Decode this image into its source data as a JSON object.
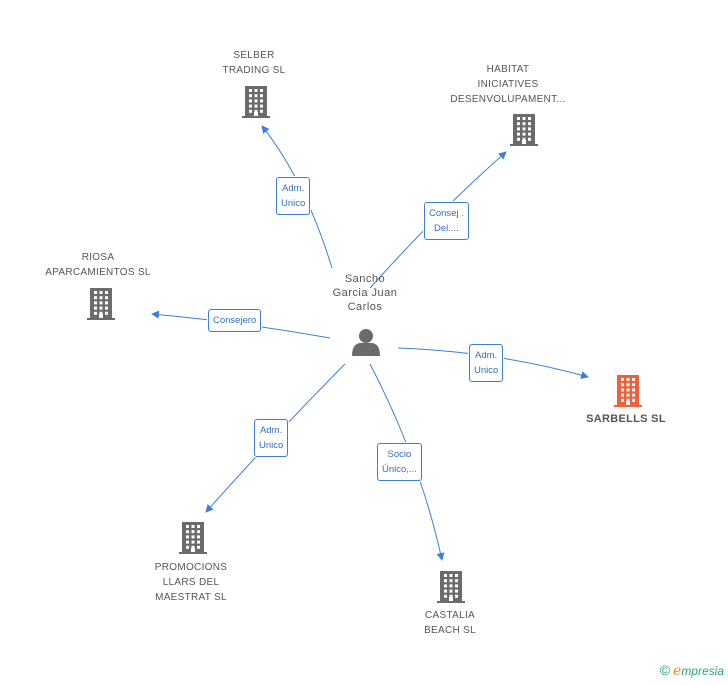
{
  "person": {
    "label": [
      "Sancho",
      "Garcia Juan",
      "Carlos"
    ]
  },
  "companies": {
    "selber": [
      "SELBER",
      "TRADING SL"
    ],
    "habitat": [
      "HABITAT",
      "INICIATIVES",
      "DESENVOLUPAMENT..."
    ],
    "riosa": [
      "RIOSA",
      "APARCAMIENTOS SL"
    ],
    "sarbells": [
      "SARBELLS SL"
    ],
    "promocions": [
      "PROMOCIONS",
      "LLARS DEL",
      "MAESTRAT  SL"
    ],
    "castalia": [
      "CASTALIA",
      "BEACH SL"
    ]
  },
  "edges": {
    "selber": [
      "Adm.",
      "Unico"
    ],
    "habitat": [
      "Consej .",
      "Del...."
    ],
    "riosa": [
      "Consejero"
    ],
    "sarbells": [
      "Adm.",
      "Unico"
    ],
    "promocions": [
      "Adm.",
      "Unico"
    ],
    "castalia": [
      "Socio",
      "Único,..."
    ]
  },
  "colors": {
    "edge": "#3d7fd6",
    "building": "#6b6b6b",
    "focus_building": "#f0603a",
    "person": "#6b6b6b"
  },
  "brand": {
    "copyright": "©",
    "e": "e",
    "rest": "mpresia"
  }
}
